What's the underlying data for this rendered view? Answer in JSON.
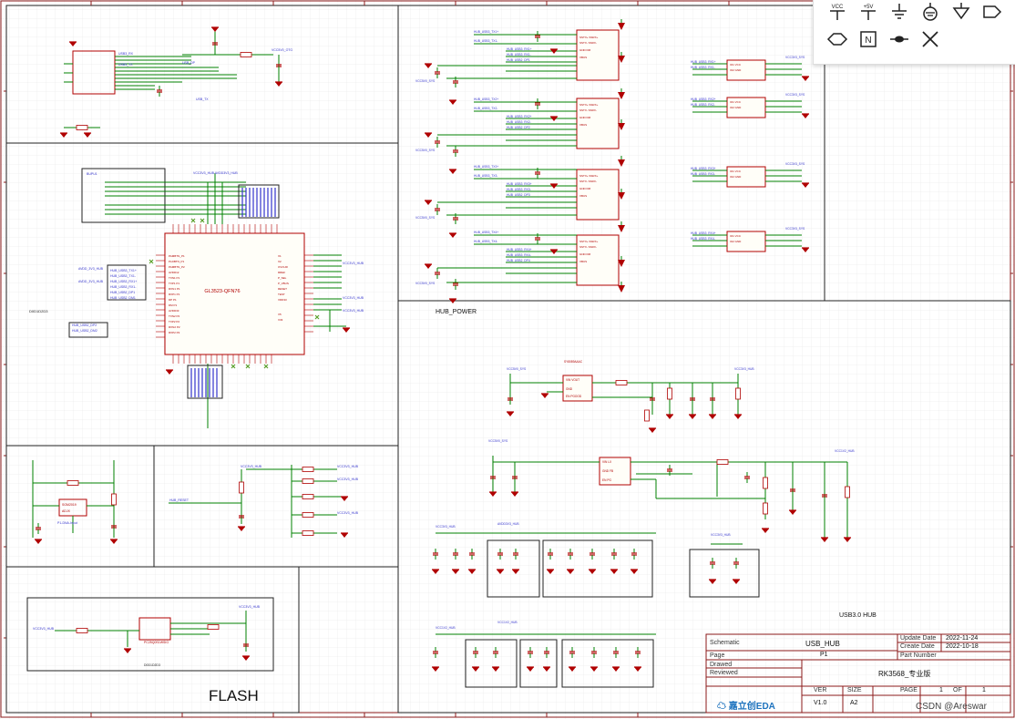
{
  "toolbar": {
    "items": [
      {
        "name": "vcc",
        "label": "VCC"
      },
      {
        "name": "plus5v",
        "label": "+5V"
      },
      {
        "name": "ground",
        "label": ""
      },
      {
        "name": "earth-ground",
        "label": ""
      },
      {
        "name": "analog-ground",
        "label": ""
      },
      {
        "name": "net-port-right",
        "label": ""
      },
      {
        "name": "net-port-bidir",
        "label": ""
      },
      {
        "name": "net-label",
        "label": "N"
      },
      {
        "name": "junction",
        "label": ""
      },
      {
        "name": "no-connect",
        "label": ""
      }
    ]
  },
  "sections": {
    "hub_power": "HUB_POWER",
    "usb30_hub": "USB3.0 HUB",
    "flash": "FLASH"
  },
  "chips": {
    "main_ic": "GL3523-QFN76"
  },
  "title_block": {
    "schematic_label": "Schematic",
    "schematic_value": "USB_HUB",
    "page_label": "Page",
    "page_value": "P1",
    "drawn_label": "Drawed",
    "reviewed_label": "Reviewed",
    "project_value": "RK3568_专业版",
    "update_date_label": "Update Date",
    "update_date_value": "2022-11-24",
    "create_date_label": "Create Date",
    "create_date_value": "2022-10-18",
    "part_number_label": "Part Number",
    "ver_label": "VER",
    "ver_value": "V1.0",
    "size_label": "SIZE",
    "size_value": "A2",
    "page_num_label": "PAGE",
    "page_num_value": "1",
    "of_label": "OF",
    "of_value": "1",
    "logo_text": "嘉立创EDA",
    "watermark": "CSDN @Areswar"
  },
  "colors": {
    "frame": "#8b1a1a",
    "wire": "#008000",
    "component": "#b00000",
    "netlabel": "#3333cc",
    "grid": "#e6e6e6"
  }
}
